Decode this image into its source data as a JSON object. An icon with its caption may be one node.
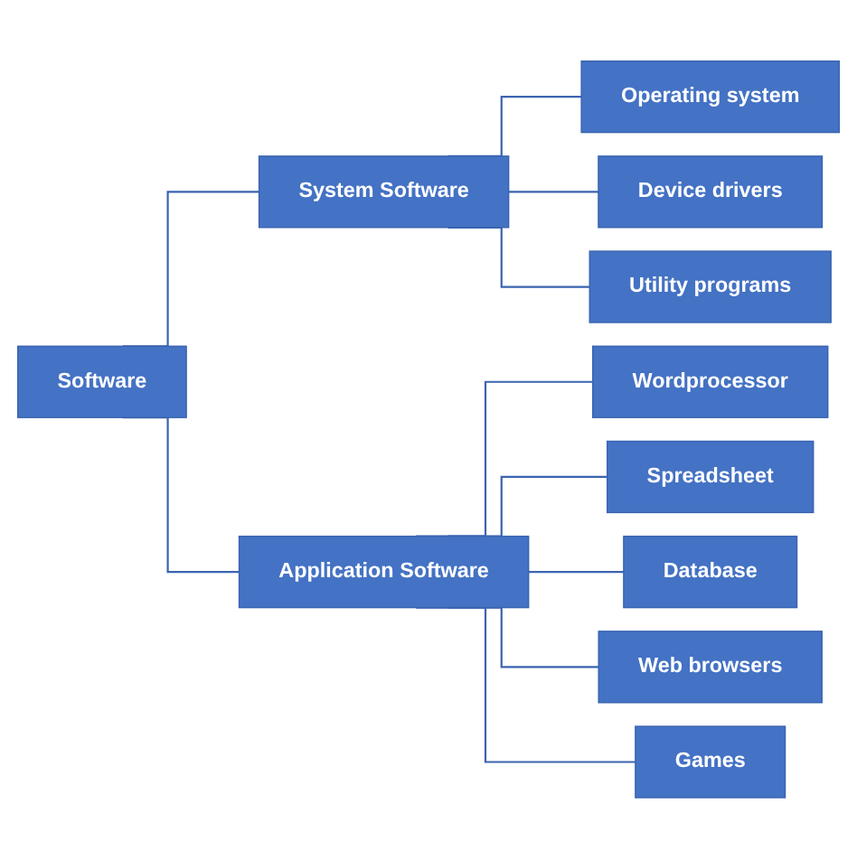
{
  "diagram": {
    "nodes": [
      {
        "text": [
          "Software"
        ]
      },
      {
        "text": [
          "System Software"
        ]
      },
      {
        "text": [
          "Application Software"
        ]
      },
      {
        "text": [
          "Operating system"
        ]
      },
      {
        "text": [
          "Device drivers"
        ]
      },
      {
        "text": [
          "Utility programs"
        ]
      },
      {
        "text": [
          "Wordprocessor"
        ]
      },
      {
        "text": [
          "Spreadsheet"
        ]
      },
      {
        "text": [
          "Database"
        ]
      },
      {
        "text": [
          "Web browsers"
        ]
      },
      {
        "text": [
          "Games"
        ]
      }
    ],
    "edges": [
      {
        "from": 0,
        "to": 1,
        "arrow": "none"
      },
      {
        "from": 0,
        "to": 2,
        "arrow": "none"
      },
      {
        "from": 1,
        "to": 3,
        "arrow": "none"
      },
      {
        "from": 1,
        "to": 4,
        "arrow": "none"
      },
      {
        "from": 1,
        "to": 5,
        "arrow": "none"
      },
      {
        "from": 2,
        "to": 6,
        "arrow": "none"
      },
      {
        "from": 2,
        "to": 7,
        "arrow": "none"
      },
      {
        "from": 2,
        "to": 8,
        "arrow": "none"
      },
      {
        "from": 2,
        "to": 9,
        "arrow": "none"
      },
      {
        "from": 2,
        "to": 10,
        "arrow": "none"
      }
    ]
  }
}
